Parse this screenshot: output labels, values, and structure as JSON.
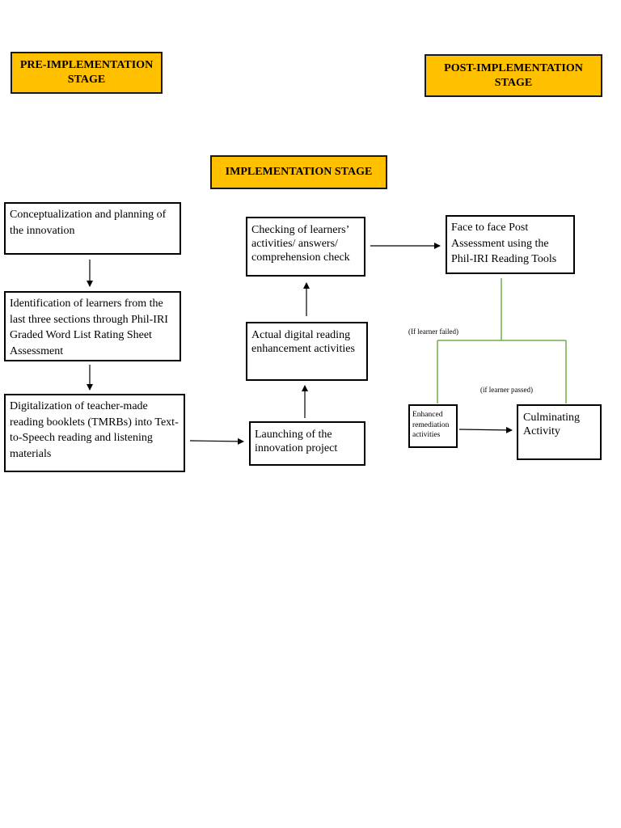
{
  "colors": {
    "stage_fill": "#FFC000",
    "branch_line": "#70AD47",
    "arrow": "#000000"
  },
  "stages": {
    "pre": "PRE-IMPLEMENTATION STAGE",
    "post": "POST-IMPLEMENTATION STAGE",
    "implementation": "IMPLEMENTATION STAGE"
  },
  "pre_steps": {
    "conceptualization": "Conceptualization and planning of the innovation",
    "identification": "Identification of learners from the last three sections through Phil-IRI Graded Word List Rating Sheet Assessment",
    "digitalization": "Digitalization of teacher-made reading booklets (TMRBs) into Text-to-Speech reading and listening materials"
  },
  "implementation_steps": {
    "launching": "Launching of the innovation project",
    "actual": "Actual digital reading enhancement activities",
    "checking": "Checking of learners’ activities/ answers/ comprehension check"
  },
  "post_steps": {
    "assessment": "Face to face Post Assessment using the Phil-IRI Reading Tools",
    "remediation": "Enhanced remediation activities",
    "culminating": "Culminating Activity"
  },
  "branch_labels": {
    "failed": "(If learner failed)",
    "passed": "(if learner passed)"
  }
}
